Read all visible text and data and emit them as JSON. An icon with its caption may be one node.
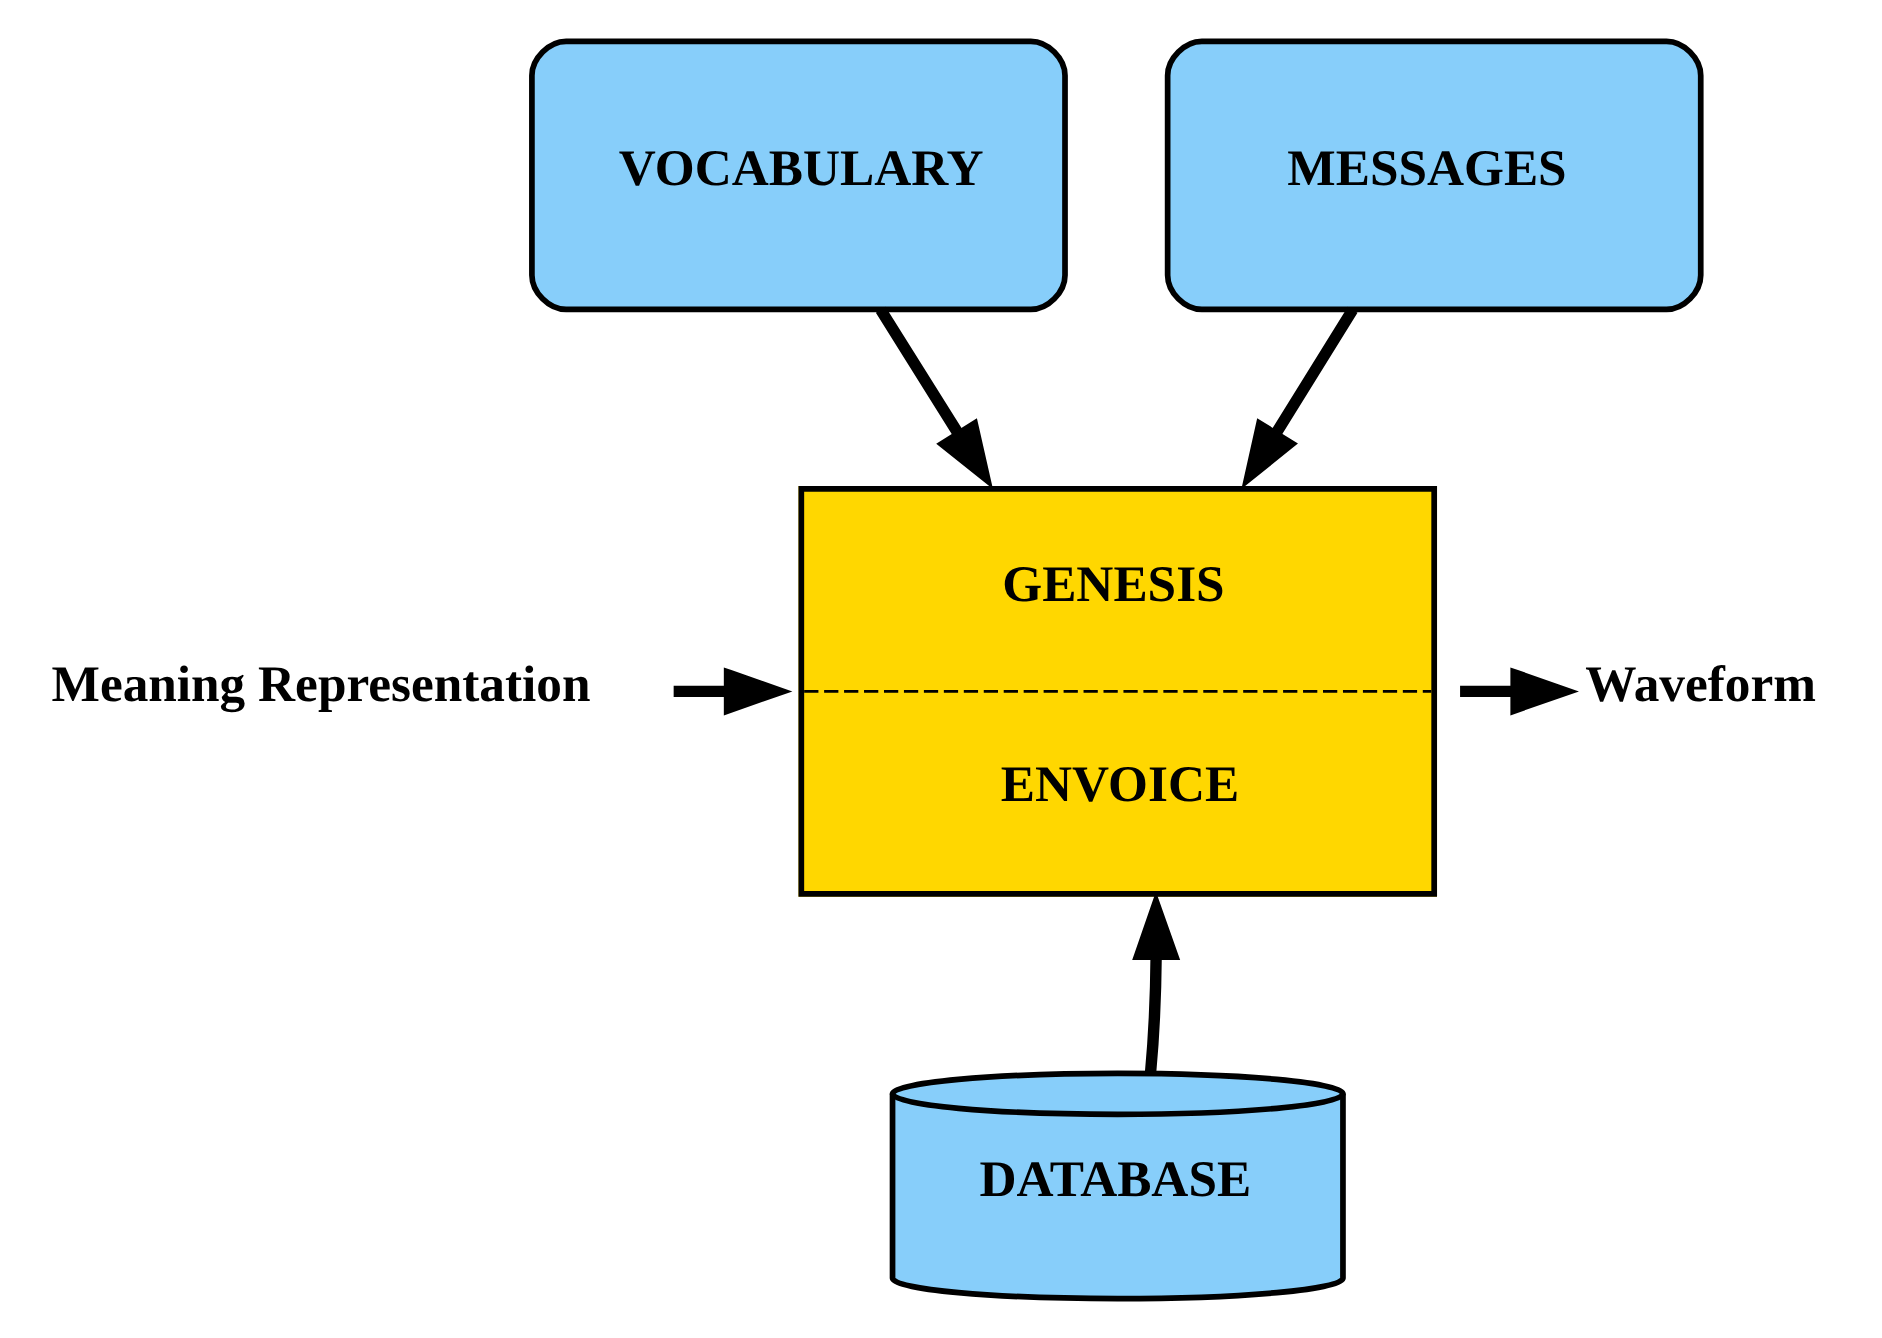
{
  "diagram": {
    "nodes": [
      {
        "text": [
          "VOCABULARY"
        ]
      },
      {
        "text": [
          "MESSAGES"
        ]
      },
      {
        "text": [
          "Meaning Representation"
        ]
      },
      {
        "text": [
          "GENESIS",
          "ENVOICE"
        ]
      },
      {
        "text": [
          "Waveform"
        ]
      },
      {
        "text": [
          "DATABASE"
        ]
      }
    ],
    "edges": [
      {
        "from": 0,
        "to": 3,
        "arrow": "to"
      },
      {
        "from": 1,
        "to": 3,
        "arrow": "to"
      },
      {
        "from": 2,
        "to": 3,
        "arrow": "to"
      },
      {
        "from": 3,
        "to": 4,
        "arrow": "to"
      },
      {
        "from": 5,
        "to": 3,
        "arrow": "to"
      }
    ]
  }
}
